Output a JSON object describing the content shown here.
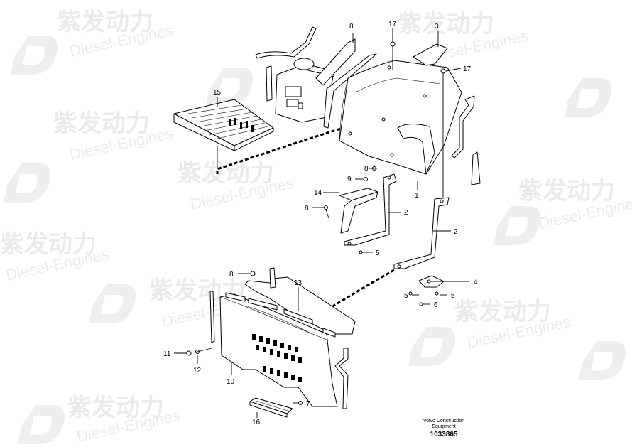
{
  "watermark": {
    "text": "紫发动力",
    "subtext": "Diesel-Engines",
    "color": "#e6e6e6"
  },
  "callouts": [
    {
      "id": "c1",
      "label": "1"
    },
    {
      "id": "c2a",
      "label": "2"
    },
    {
      "id": "c2b",
      "label": "2"
    },
    {
      "id": "c3",
      "label": "3"
    },
    {
      "id": "c4",
      "label": "4"
    },
    {
      "id": "c5a",
      "label": "5"
    },
    {
      "id": "c5b",
      "label": "5"
    },
    {
      "id": "c5c",
      "label": "5"
    },
    {
      "id": "c6",
      "label": "6"
    },
    {
      "id": "c7",
      "label": "7"
    },
    {
      "id": "c8a",
      "label": "8"
    },
    {
      "id": "c8b",
      "label": "8"
    },
    {
      "id": "c8c",
      "label": "8"
    },
    {
      "id": "c8d",
      "label": "8"
    },
    {
      "id": "c9",
      "label": "9"
    },
    {
      "id": "c10",
      "label": "10"
    },
    {
      "id": "c11",
      "label": "11"
    },
    {
      "id": "c12",
      "label": "12"
    },
    {
      "id": "c13",
      "label": "13"
    },
    {
      "id": "c14",
      "label": "14"
    },
    {
      "id": "c15",
      "label": "15"
    },
    {
      "id": "c16",
      "label": "16"
    },
    {
      "id": "c17a",
      "label": "17"
    },
    {
      "id": "c17b",
      "label": "17"
    }
  ],
  "footer": {
    "brand_line1": "Volvo Construction",
    "brand_line2": "Equipment",
    "drawing_number": "1033865"
  }
}
